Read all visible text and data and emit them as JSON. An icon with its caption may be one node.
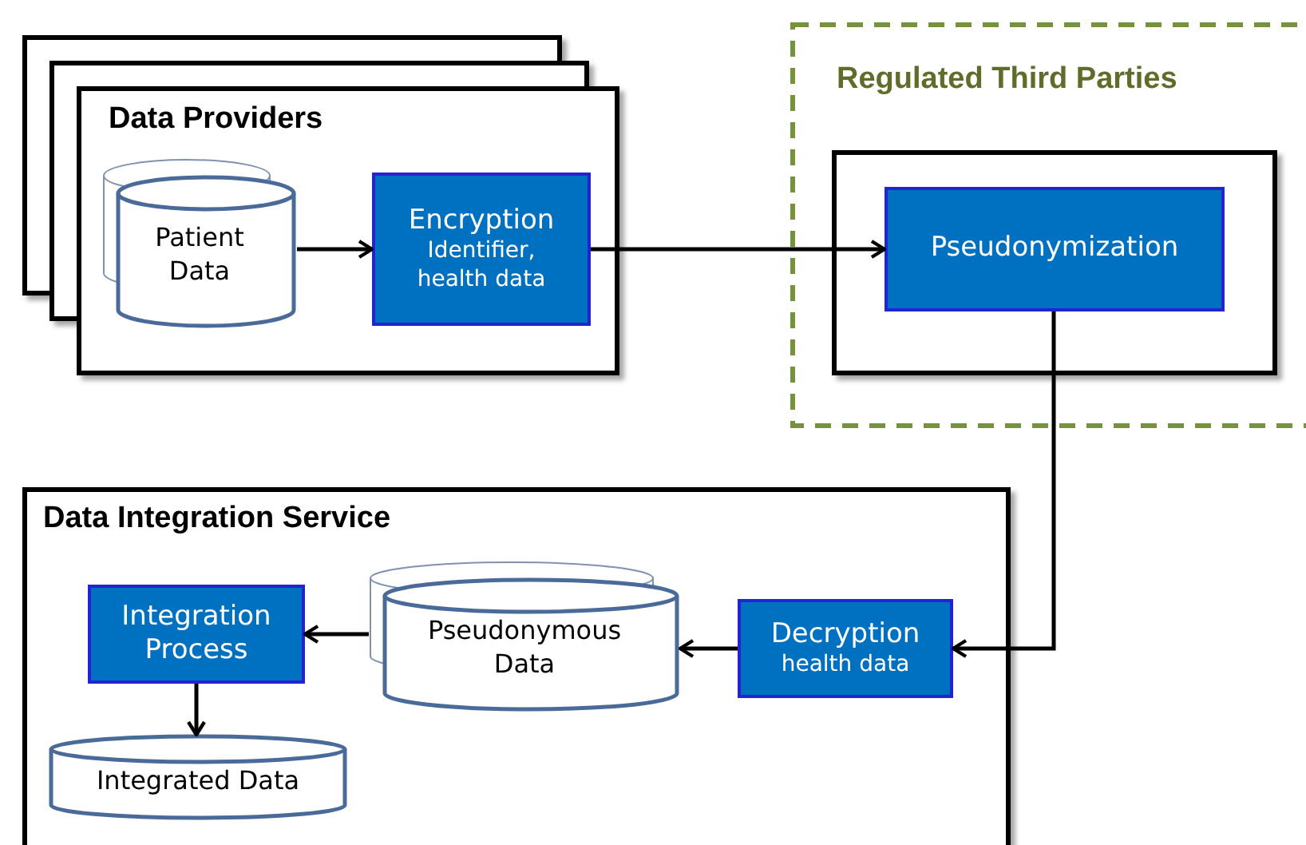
{
  "diagram": {
    "nodes": [
      {
        "text": [
          "Data Providers"
        ]
      },
      {
        "text": [
          "Patient Data"
        ],
        "in": 0
      },
      {
        "text": [
          "Encryption",
          "Identifier, health data"
        ],
        "in": 0
      },
      {
        "text": [
          "Regulated Third Parties"
        ]
      },
      {
        "text": [],
        "shape": "box",
        "in": 3
      },
      {
        "text": [
          "Pseudonymization"
        ],
        "in": 4
      },
      {
        "text": [
          "Data Integration Service"
        ]
      },
      {
        "text": [
          "Integration Process"
        ],
        "in": 6
      },
      {
        "text": [
          "Pseudonymous Data"
        ],
        "in": 6
      },
      {
        "text": [
          "Decryption",
          "health data"
        ],
        "in": 6
      },
      {
        "text": [
          "Integrated Data"
        ],
        "in": 6
      }
    ],
    "edges": [
      {
        "from": 1,
        "to": 2,
        "arrow": "to"
      },
      {
        "from": 2,
        "to": 5,
        "arrow": "to"
      },
      {
        "from": 5,
        "to": 9,
        "arrow": "to"
      },
      {
        "from": 9,
        "to": 8,
        "arrow": "to"
      },
      {
        "from": 8,
        "to": 7,
        "arrow": "to"
      },
      {
        "from": 7,
        "to": 10,
        "arrow": "to"
      }
    ]
  }
}
